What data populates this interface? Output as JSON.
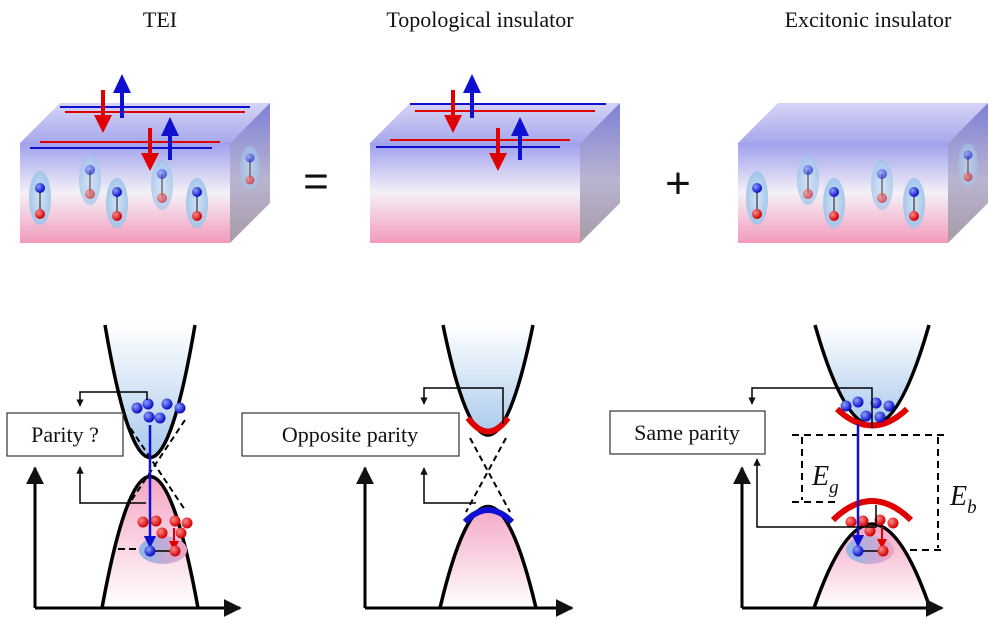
{
  "titles": {
    "tei": "TEI",
    "topological": "Topological insulator",
    "excitonic": "Excitonic insulator"
  },
  "operators": {
    "equals": "=",
    "plus": "+"
  },
  "labels": {
    "tei_parity": "Parity ?",
    "topological_parity": "Opposite parity",
    "excitonic_parity": "Same parity"
  },
  "energies": {
    "gap_symbol": "E",
    "gap_subscript": "g",
    "binding_symbol": "E",
    "binding_subscript": "b"
  },
  "colors": {
    "spin_up": "#1010d0",
    "spin_down": "#e00000",
    "electron": "#1a1ad8",
    "hole": "#e01010",
    "block_top": "#9fa0f0",
    "block_bottom": "#f4a0c0",
    "conduction_fill": "#a8c8ec",
    "valence_fill": "#f4a8c8"
  }
}
